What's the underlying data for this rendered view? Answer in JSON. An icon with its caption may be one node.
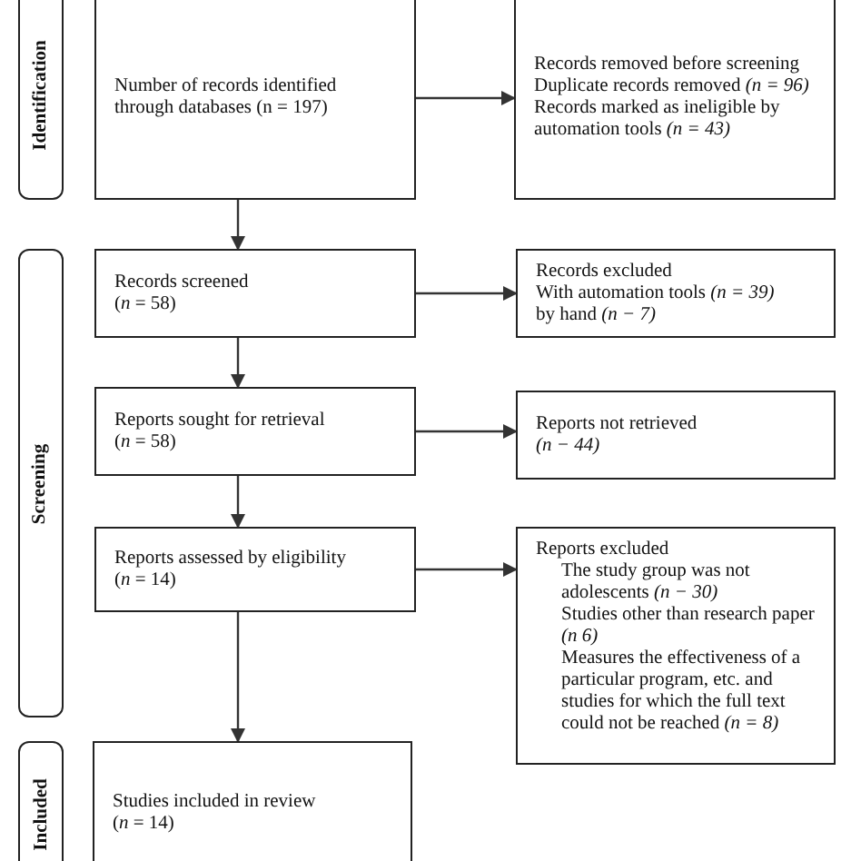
{
  "diagram": {
    "nodes": [
      {
        "text": [
          "Identification"
        ]
      },
      {
        "text": [
          "Number of records identified through databases (n = 197)"
        ]
      },
      {
        "text": [
          "Records removed before screening",
          "Duplicate records removed *(n = 96)*",
          "Records marked as ineligible by automation tools *(n = 43)*"
        ]
      },
      {
        "text": [
          "Screening"
        ]
      },
      {
        "text": [
          "Records screened",
          "(*n* = 58)"
        ]
      },
      {
        "text": [
          "Records excluded",
          "With automation tools *(n = 39)*",
          "by hand *(n − 7)*"
        ]
      },
      {
        "text": [
          "Reports sought for retrieval",
          "(*n* = 58)"
        ]
      },
      {
        "text": [
          "Reports not retrieved",
          "*(n − 44)*"
        ]
      },
      {
        "text": [
          "Reports assessed by eligibility",
          "(*n* = 14)"
        ]
      },
      {
        "text": [
          "Reports excluded",
          "The study group was not adolescents *(n − 30)*",
          "Studies other than research paper *(n 6)*",
          "Measures the effectiveness of a particular program, etc. and studies for which the full text could not be reached *(n = 8)*"
        ]
      },
      {
        "text": [
          "Included"
        ]
      },
      {
        "text": [
          "Studies included in review",
          "(*n* = 14)"
        ]
      }
    ],
    "edges": [
      {
        "from": 1,
        "to": 2,
        "arrow": "to"
      },
      {
        "from": 1,
        "to": 4,
        "arrow": "to"
      },
      {
        "from": 4,
        "to": 5,
        "arrow": "to"
      },
      {
        "from": 4,
        "to": 6,
        "arrow": "to"
      },
      {
        "from": 6,
        "to": 7,
        "arrow": "to"
      },
      {
        "from": 6,
        "to": 8,
        "arrow": "to"
      },
      {
        "from": 8,
        "to": 9,
        "arrow": "to"
      },
      {
        "from": 8,
        "to": 11,
        "arrow": "to"
      }
    ]
  }
}
